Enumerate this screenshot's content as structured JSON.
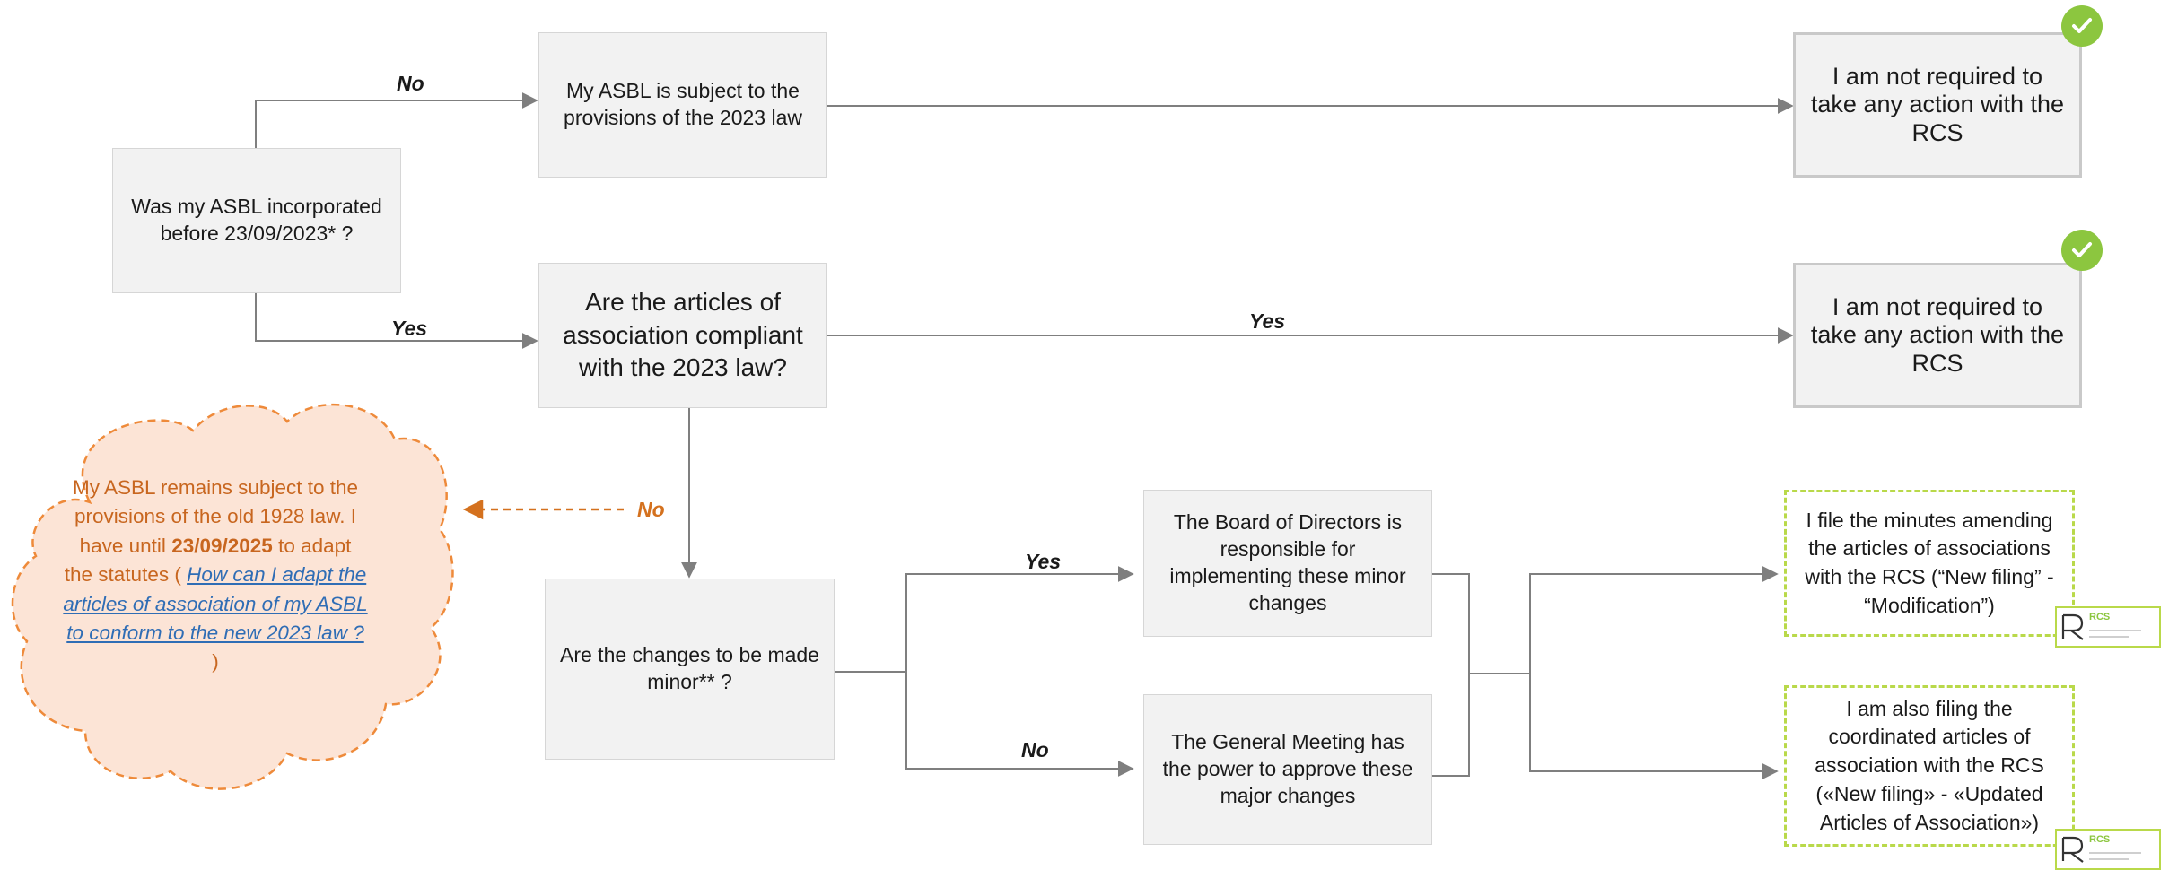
{
  "nodes": {
    "q_incorporated": "Was my ASBL incorporated before 23/09/2023* ?",
    "subject_2023": "My ASBL is subject to the provisions of the 2023 law",
    "articles_compliant": "Are the articles of association compliant with the 2023 law?",
    "changes_minor": "Are the changes to be made minor** ?",
    "board_directors": "The Board of Directors is responsible for implementing these minor changes",
    "general_meeting": "The General Meeting has the power to approve these major changes",
    "no_action_1": "I am not required to take any action with the RCS",
    "no_action_2": "I am not required to take any action with the RCS",
    "file_minutes": "I file the minutes amending the articles of associations with the RCS (“New filing” - “Modification”)",
    "file_coordinated": "I am also filing the coordinated articles of association with the RCS («New filing» - «Updated Articles of Association»)"
  },
  "labels": {
    "no_top": "No",
    "yes_left": "Yes",
    "yes_long": "Yes",
    "no_orange": "No",
    "yes_minor": "Yes",
    "no_minor": "No"
  },
  "cloud": {
    "part1": "My ASBL remains subject to the provisions of the old 1928 law. I have until ",
    "deadline": "23/09/2025",
    "part2": " to adapt the statutes ( ",
    "link": "How can I adapt the articles of association of my ASBL to conform to the new 2023 law ?",
    "part3": " )"
  },
  "stamp": {
    "word": "RCS"
  },
  "colors": {
    "box_fill": "#f2f2f2",
    "box_border": "#d6d6d6",
    "connector": "#7f7f7f",
    "orange": "#d4711e",
    "cloud_fill": "#fce4d6",
    "link_blue": "#2f6db5",
    "check_green": "#8cc63f",
    "rcs_dashed": "#b9d94a"
  },
  "icons": {
    "check_1": "check-circle-icon",
    "check_2": "check-circle-icon",
    "rcs_logo_1": "rcs-logo-icon",
    "rcs_logo_2": "rcs-logo-icon"
  }
}
